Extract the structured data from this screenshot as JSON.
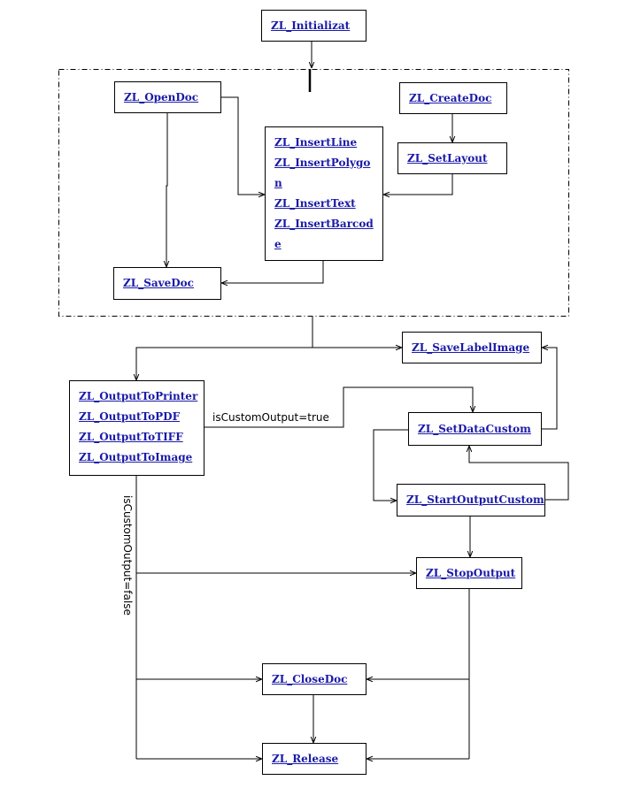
{
  "nodes": {
    "initialize": "ZL_Initializat",
    "open_doc": "ZL_OpenDoc",
    "create_doc": "ZL_CreateDoc",
    "set_layout": "ZL_SetLayout",
    "insert_line": "ZL_InsertLine",
    "insert_polygon": "ZL_InsertPolygon",
    "insert_text": "ZL_InsertText",
    "insert_barcode": "ZL_InsertBarcode",
    "save_doc": "ZL_SaveDoc",
    "save_label_image": "ZL_SaveLabelImage",
    "output_to_printer": "ZL_OutputToPrinter",
    "output_to_pdf": "ZL_OutputToPDF",
    "output_to_tiff": "ZL_OutputToTIFF",
    "output_to_image": "ZL_OutputToImage",
    "set_data_custom": "ZL_SetDataCustom",
    "start_output_custom": "ZL_StartOutputCustom",
    "stop_output": "ZL_StopOutput",
    "close_doc": "ZL_CloseDoc",
    "release": "ZL_Release"
  },
  "edge_labels": {
    "custom_true": "isCustomOutput=true",
    "custom_false": "isCustomOutput=false"
  }
}
